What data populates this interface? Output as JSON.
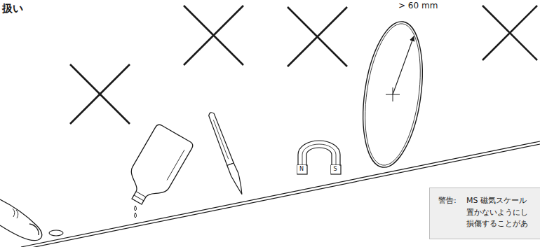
{
  "diagram": {
    "title": "扱い",
    "nodes": [
      {
        "text": [
          "警告:",
          "MS 磁気スケール 置かないようにし 損傷することがあ"
        ]
      }
    ],
    "labels": [
      "> 60 mm",
      "N",
      "S"
    ]
  }
}
